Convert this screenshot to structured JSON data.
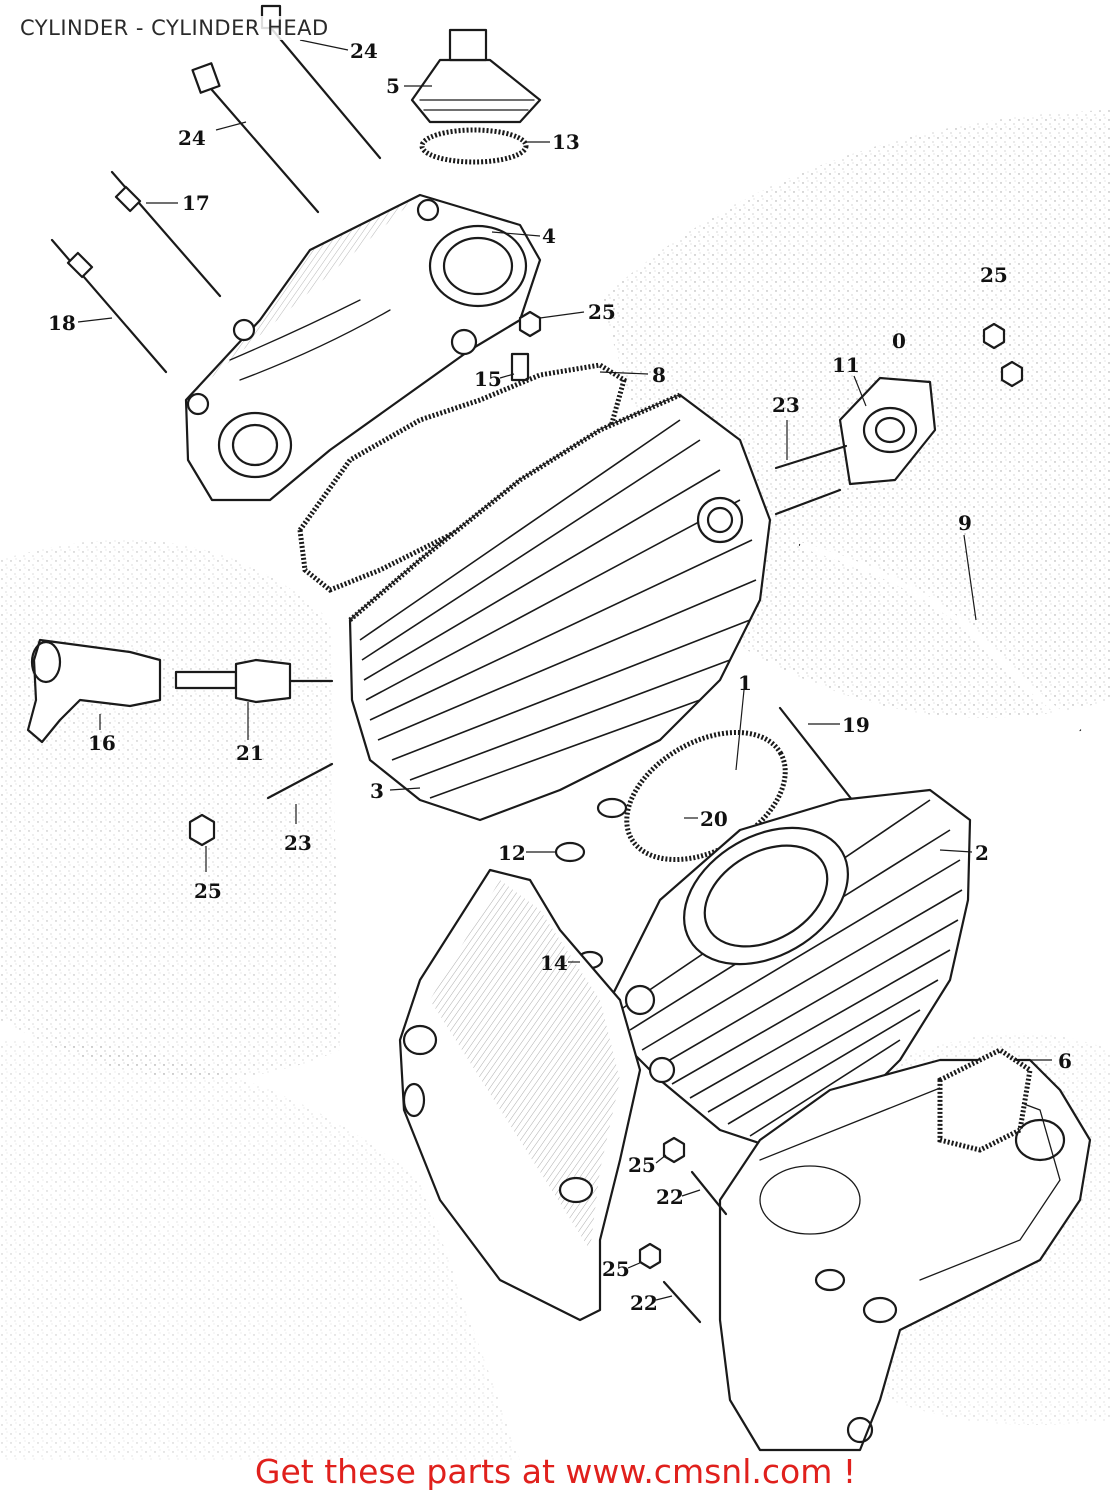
{
  "header": {
    "title": "CYLINDER - CYLINDER HEAD"
  },
  "footer": {
    "text": "Get these parts at www.cmsnl.com !"
  },
  "callouts": [
    {
      "id": "c24a",
      "text": "24"
    },
    {
      "id": "c5",
      "text": "5"
    },
    {
      "id": "c13",
      "text": "13"
    },
    {
      "id": "c24b",
      "text": "24"
    },
    {
      "id": "c17",
      "text": "17"
    },
    {
      "id": "c4",
      "text": "4"
    },
    {
      "id": "c18",
      "text": "18"
    },
    {
      "id": "c25a",
      "text": "25"
    },
    {
      "id": "c15",
      "text": "15"
    },
    {
      "id": "c8",
      "text": "8"
    },
    {
      "id": "c25b",
      "text": "25"
    },
    {
      "id": "c11",
      "text": "11"
    },
    {
      "id": "c10",
      "text": "0"
    },
    {
      "id": "c23a",
      "text": "23"
    },
    {
      "id": "c9",
      "text": "9"
    },
    {
      "id": "c16",
      "text": "16"
    },
    {
      "id": "c21",
      "text": "21"
    },
    {
      "id": "c1",
      "text": "1"
    },
    {
      "id": "c19",
      "text": "19"
    },
    {
      "id": "c3",
      "text": "3"
    },
    {
      "id": "c23b",
      "text": "23"
    },
    {
      "id": "c20",
      "text": "20"
    },
    {
      "id": "c12",
      "text": "12"
    },
    {
      "id": "c2",
      "text": "2"
    },
    {
      "id": "c25c",
      "text": "25"
    },
    {
      "id": "c14",
      "text": "14"
    },
    {
      "id": "c6",
      "text": "6"
    },
    {
      "id": "c25d",
      "text": "25"
    },
    {
      "id": "c22a",
      "text": "22"
    },
    {
      "id": "c25e",
      "text": "25"
    },
    {
      "id": "c22b",
      "text": "22"
    }
  ]
}
